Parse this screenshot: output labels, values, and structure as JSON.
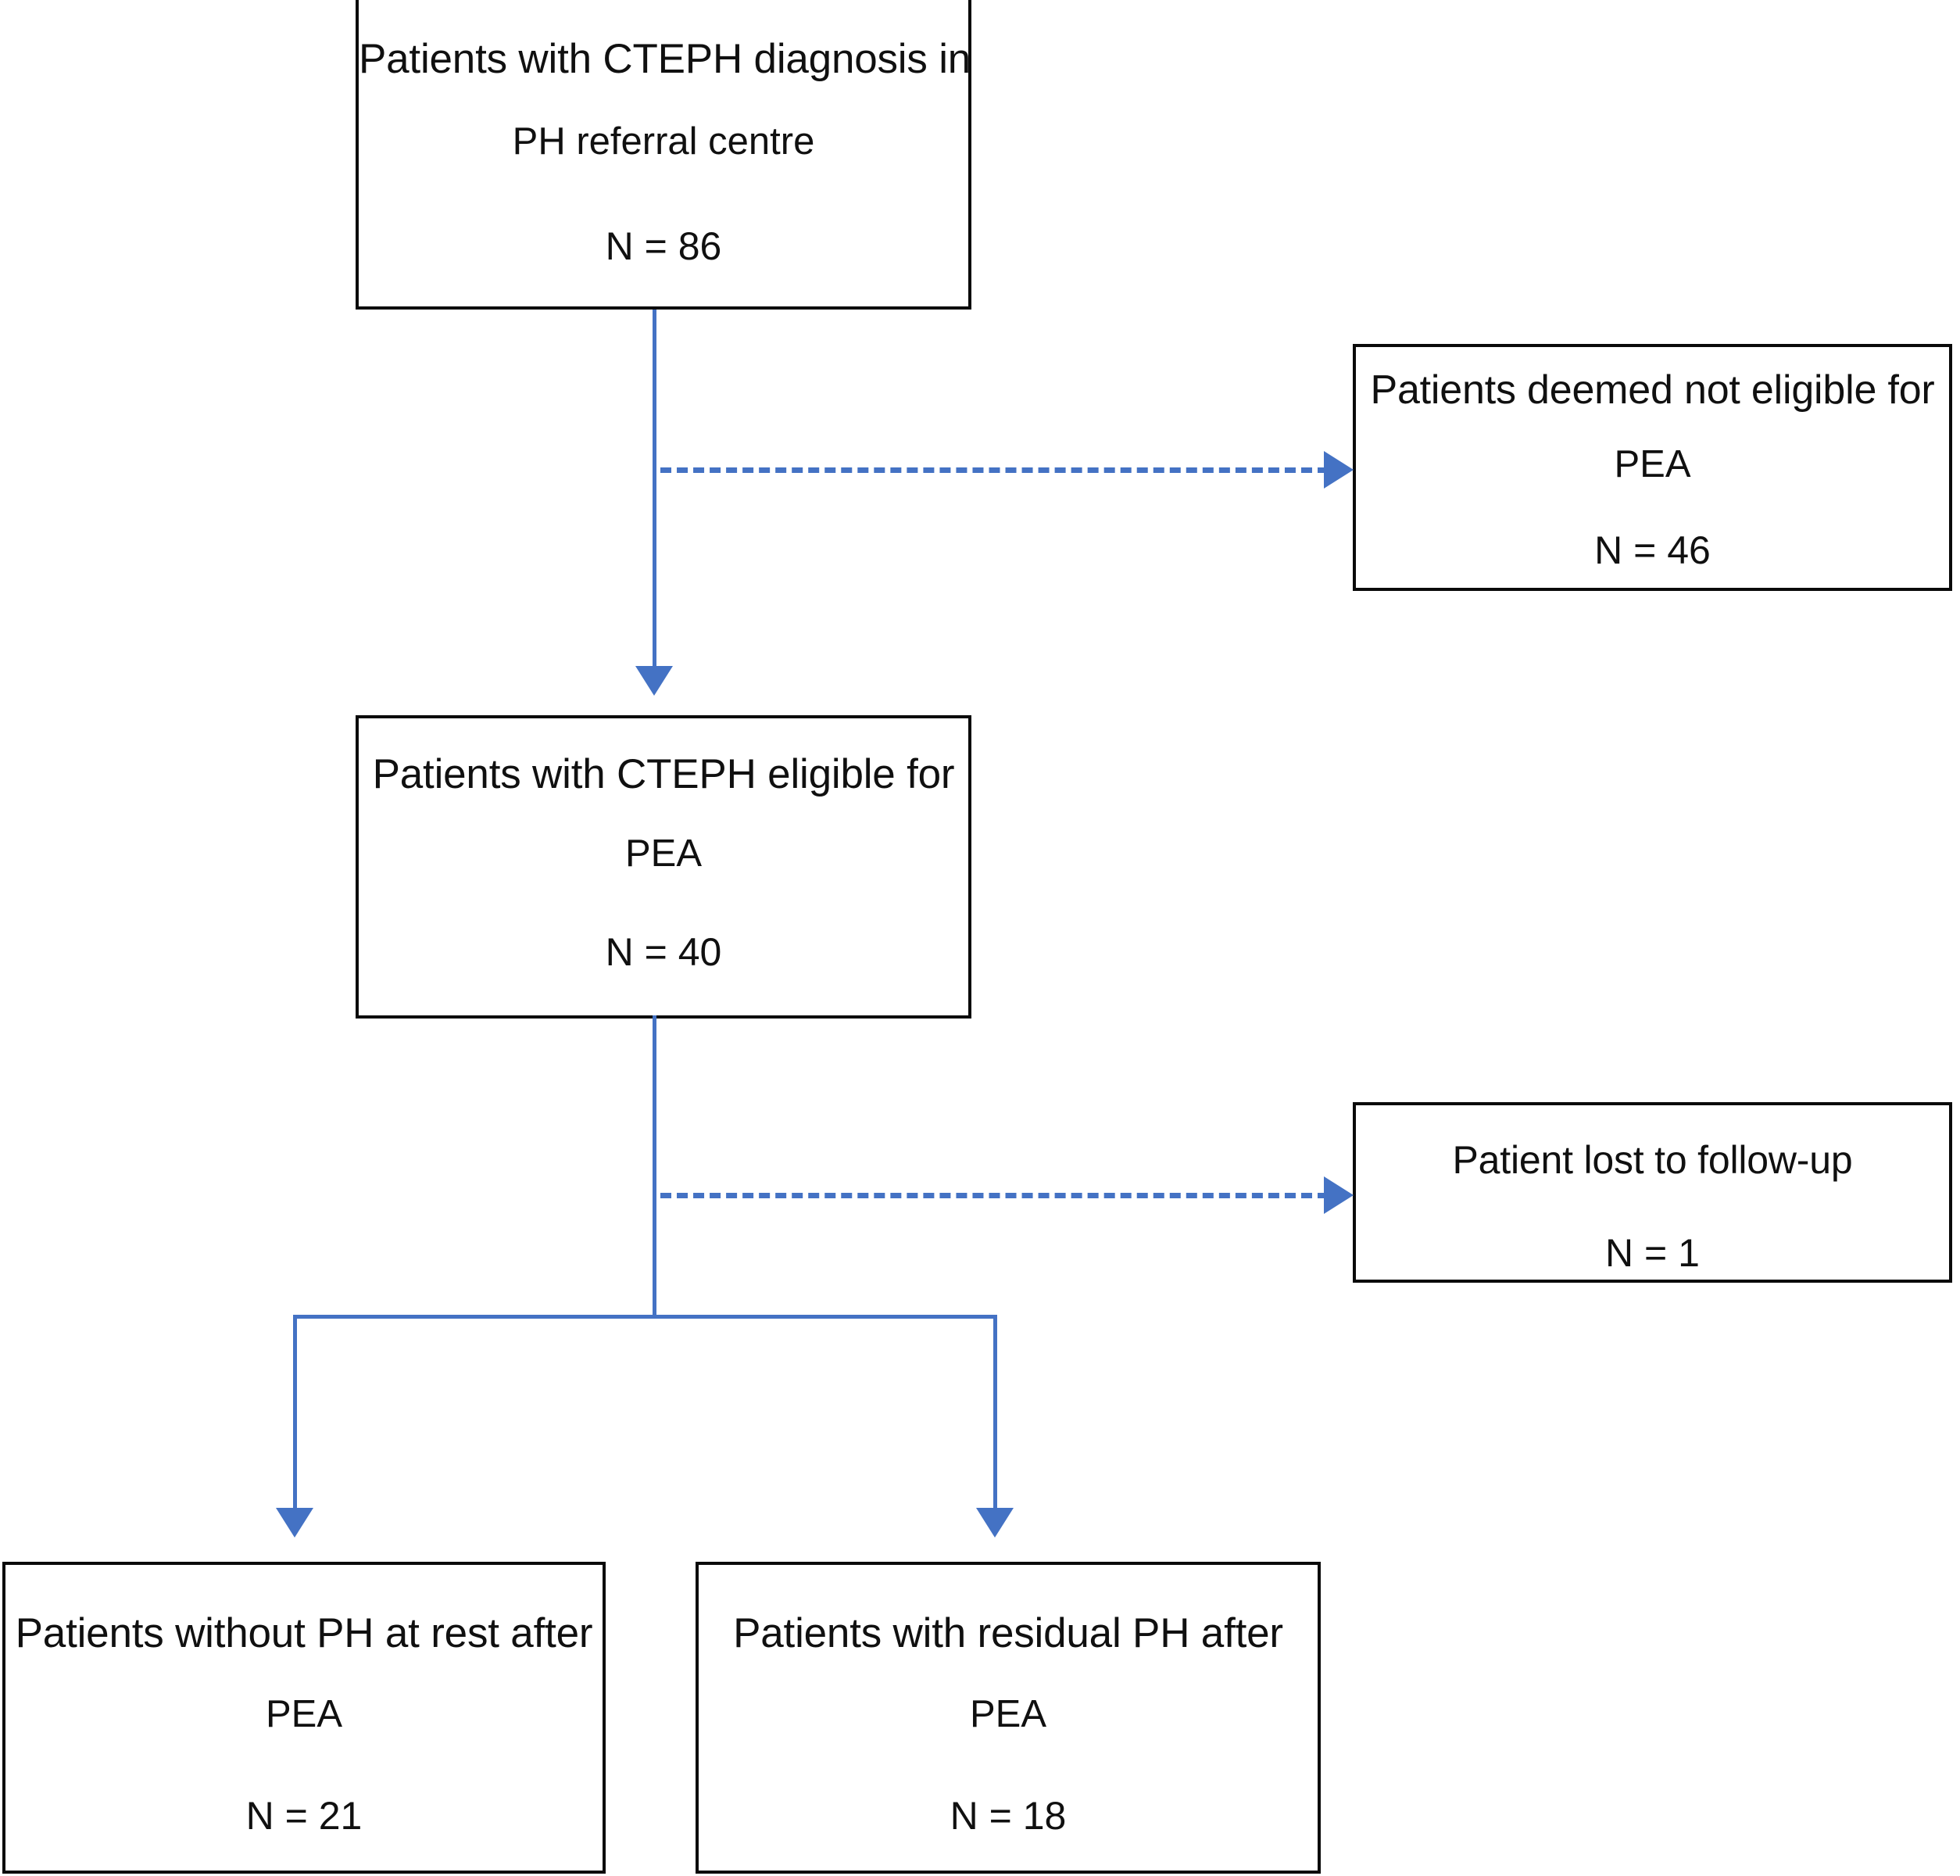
{
  "diagram": {
    "kind": "patient-flow-flowchart",
    "accent_color": "#4472c4",
    "border_color": "#0a0a0a",
    "background_color": "#ffffff",
    "nodes": [
      {
        "id": "screened",
        "title": "Patients with CTEPH diagnosis in",
        "subtitle": "PH referral centre",
        "count_label": "N = 86"
      },
      {
        "id": "not_eligible",
        "title": "Patients deemed not eligible for",
        "subtitle": "PEA",
        "count_label": "N = 46"
      },
      {
        "id": "eligible",
        "title": "Patients with CTEPH eligible for",
        "subtitle": "PEA",
        "count_label": "N = 40"
      },
      {
        "id": "lost_to_followup",
        "title": "Patient lost to follow-up",
        "subtitle": "",
        "count_label": "N = 1"
      },
      {
        "id": "no_ph_at_rest",
        "title": "Patients without PH at rest after",
        "subtitle": "PEA",
        "count_label": "N = 21"
      },
      {
        "id": "residual_ph",
        "title": "Patients with residual PH after",
        "subtitle": "PEA",
        "count_label": "N = 18"
      }
    ],
    "edges": [
      {
        "id": "screened-to-eligible",
        "from": "screened",
        "to": "eligible",
        "style": "solid",
        "arrow": "down"
      },
      {
        "id": "screened-to-not-eligible",
        "from": "screened",
        "to": "not_eligible",
        "style": "dashed",
        "arrow": "right"
      },
      {
        "id": "eligible-to-lost",
        "from": "eligible",
        "to": "lost_to_followup",
        "style": "dashed",
        "arrow": "right"
      },
      {
        "id": "eligible-to-no-ph",
        "from": "eligible",
        "to": "no_ph_at_rest",
        "style": "solid",
        "arrow": "down"
      },
      {
        "id": "eligible-to-residual-ph",
        "from": "eligible",
        "to": "residual_ph",
        "style": "solid",
        "arrow": "down"
      }
    ]
  }
}
